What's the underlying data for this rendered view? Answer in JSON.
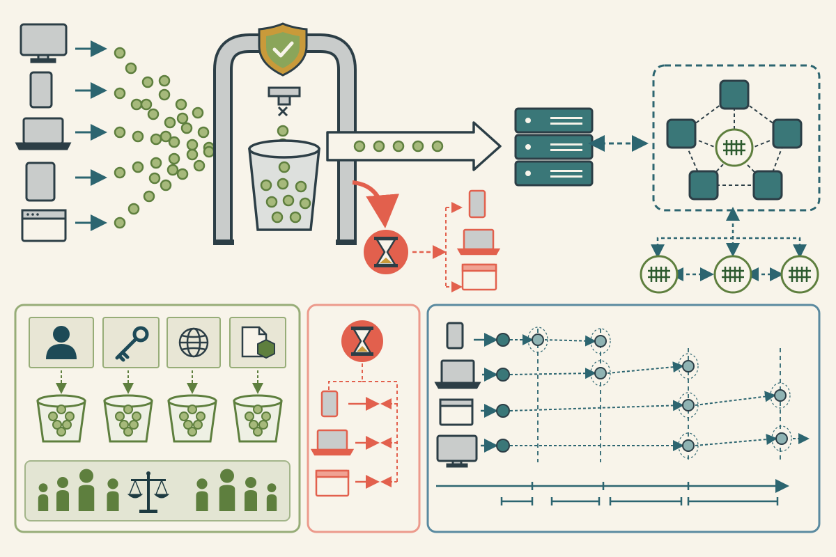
{
  "colors": {
    "background": "#f8f4ea",
    "dark_outline": "#2c3e46",
    "teal": "#2c6570",
    "teal_fill": "#3a7778",
    "green": "#5e7f3e",
    "green_dot": "#a6b97b",
    "red": "#e2604d",
    "red_light": "#f0a293",
    "gray_fill": "#c9cccb",
    "gold_shield": "#c99a3a",
    "shield_green": "#8aa55a"
  },
  "top_flow": {
    "client_devices": [
      "desktop-icon",
      "phone-icon",
      "laptop-icon",
      "tablet-icon",
      "browser-window-icon"
    ],
    "gate": {
      "shield": "shield-check-icon",
      "nozzle": "nozzle-icon",
      "bucket": "token-bucket-icon"
    },
    "accepted_path": {
      "target": "server-rack-icon"
    },
    "throttled_path": {
      "icon": "hourglass-icon",
      "retry_clients": [
        "phone-icon",
        "laptop-icon",
        "browser-window-icon"
      ]
    },
    "cluster": {
      "nodes": 5,
      "center": "tally-counter-icon",
      "replicas": 3
    }
  },
  "bottom_left": {
    "keys": [
      "user-icon",
      "key-icon",
      "globe-icon",
      "file-cube-icon"
    ],
    "buckets": 4,
    "fairness": "balance-scale-icon"
  },
  "bottom_middle": {
    "icon": "hourglass-icon",
    "retry_clients": [
      "phone-icon",
      "laptop-icon",
      "browser-window-icon"
    ]
  },
  "bottom_right": {
    "clients": [
      "phone-icon",
      "laptop-icon",
      "browser-window-icon",
      "desktop-icon"
    ],
    "timeline": "time-axis"
  }
}
